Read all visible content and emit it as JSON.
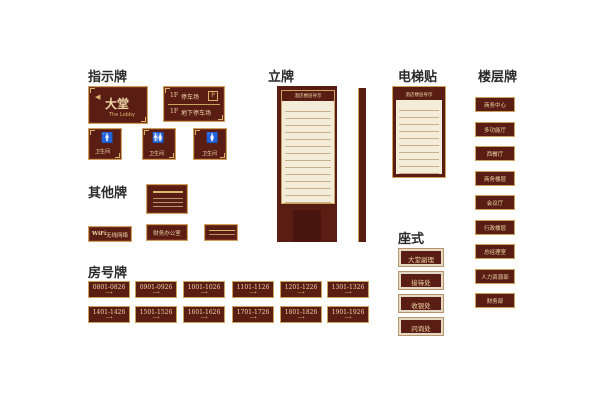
{
  "sections": {
    "guide": "指示牌",
    "stand": "立牌",
    "elevator": "电梯贴",
    "floor": "楼层牌",
    "other": "其他牌",
    "seat": "座式",
    "room": "房号牌"
  },
  "guide_signs": {
    "lobby_cn": "大堂",
    "lobby_en": "The Lobby",
    "parking_floor_1": "1F",
    "parking_1": "停车场",
    "parking_floor_2": "1F",
    "parking_2": "地下停车场",
    "toilet_male": "卫生间",
    "toilet_unisex": "卫生间",
    "toilet_female": "卫生间"
  },
  "other_signs": {
    "wifi": "WiFi",
    "wifi_label": "无线网络",
    "office": "财务办公室"
  },
  "stand_sign": {
    "header": "酒店楼层导示"
  },
  "elevator_sign": {
    "header": "酒店楼层导示"
  },
  "seat_signs": [
    "大堂副理",
    "接待处",
    "收银处",
    "问询处"
  ],
  "floor_signs": [
    "商务中心",
    "多功能厅",
    "西餐厅",
    "商务楼层",
    "会议厅",
    "行政楼层",
    "总经理室",
    "人力资源部",
    "财务部"
  ],
  "room_signs": [
    {
      "num": "0801-0826"
    },
    {
      "num": "0901-0926"
    },
    {
      "num": "1001-1026"
    },
    {
      "num": "1101-1126"
    },
    {
      "num": "1201-1226"
    },
    {
      "num": "1301-1326"
    },
    {
      "num": "1401-1426"
    },
    {
      "num": "1501-1526"
    },
    {
      "num": "1601-1626"
    },
    {
      "num": "1701-1726"
    },
    {
      "num": "1801-1826"
    },
    {
      "num": "1901-1926"
    }
  ],
  "colors": {
    "brand": "#5a1d14",
    "accent": "#caa35c",
    "text": "#f1d9a8"
  }
}
